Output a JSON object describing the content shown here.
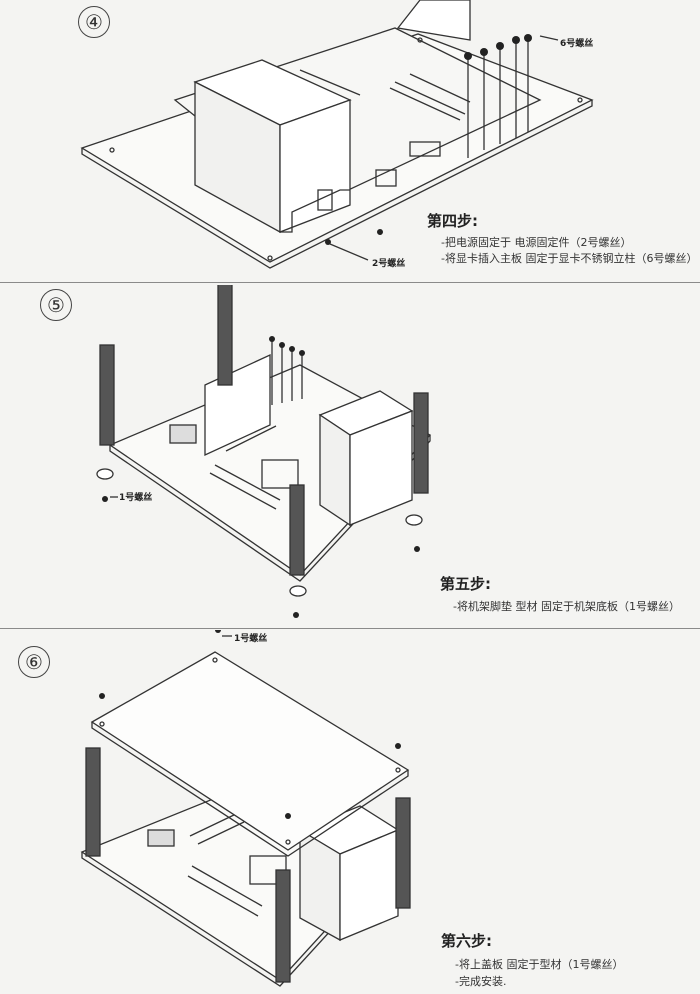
{
  "steps": [
    {
      "number": "④",
      "title": "第四步:",
      "lines": [
        "-把电源固定于 电源固定件（2号螺丝）",
        "-将显卡插入主板 固定于显卡不锈钢立柱（6号螺丝）"
      ],
      "callouts": [
        "6号螺丝",
        "2号螺丝"
      ]
    },
    {
      "number": "⑤",
      "title": "第五步:",
      "lines": [
        "-将机架脚垫 型材 固定于机架底板（1号螺丝）"
      ],
      "callouts": [
        "1号螺丝"
      ]
    },
    {
      "number": "⑥",
      "title": "第六步:",
      "lines": [
        "-将上盖板 固定于型材（1号螺丝）",
        "-完成安装."
      ],
      "callouts": [
        "1号螺丝"
      ]
    }
  ],
  "colors": {
    "line": "#333333",
    "paper": "#f4f4f2",
    "rule": "#8a8a8a"
  }
}
